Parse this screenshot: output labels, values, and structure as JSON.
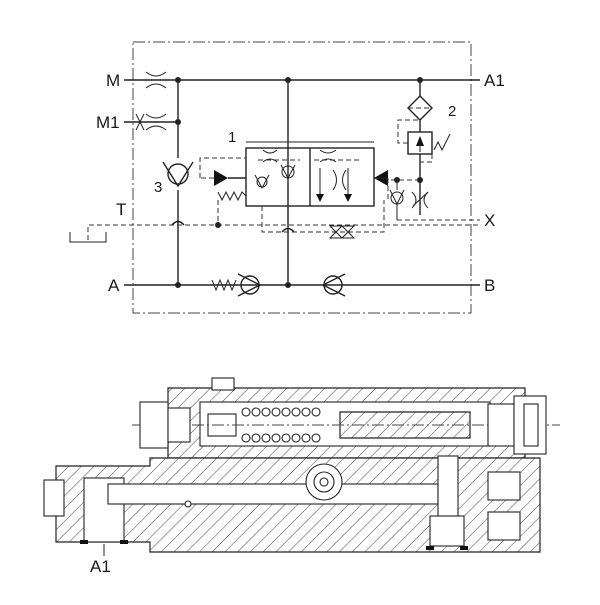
{
  "schematic": {
    "ports": {
      "m": "M",
      "m1": "M1",
      "t": "T",
      "a": "A",
      "a1": "A1",
      "x": "X",
      "b": "B"
    },
    "component_numbers": {
      "main_valve": "1",
      "pressure_reducer": "2",
      "check_valve": "3"
    }
  },
  "section_view": {
    "port_label": "A1"
  }
}
